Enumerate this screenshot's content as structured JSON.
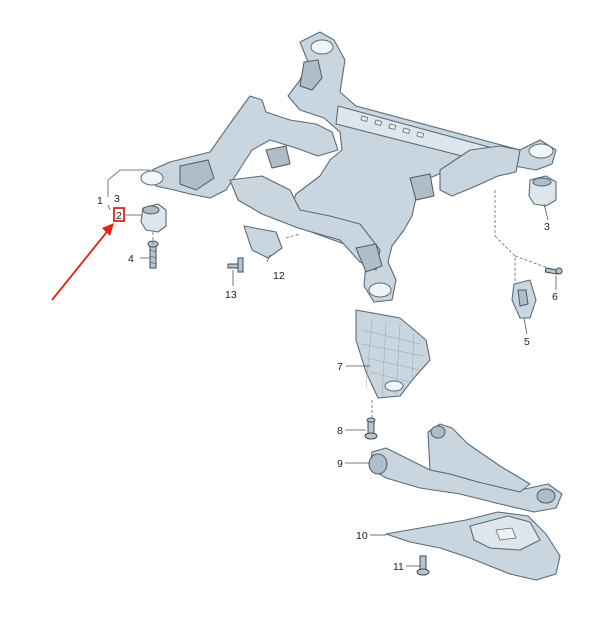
{
  "callouts": {
    "c1": "1",
    "c2": "2",
    "c3a": "3",
    "c3b": "3",
    "c4": "4",
    "c5": "5",
    "c6": "6",
    "c7": "7",
    "c8": "8",
    "c9": "9",
    "c10": "10",
    "c11": "11",
    "c12": "12",
    "c13": "13"
  },
  "highlight": {
    "color": "#e2231a",
    "target_callout": "2"
  }
}
